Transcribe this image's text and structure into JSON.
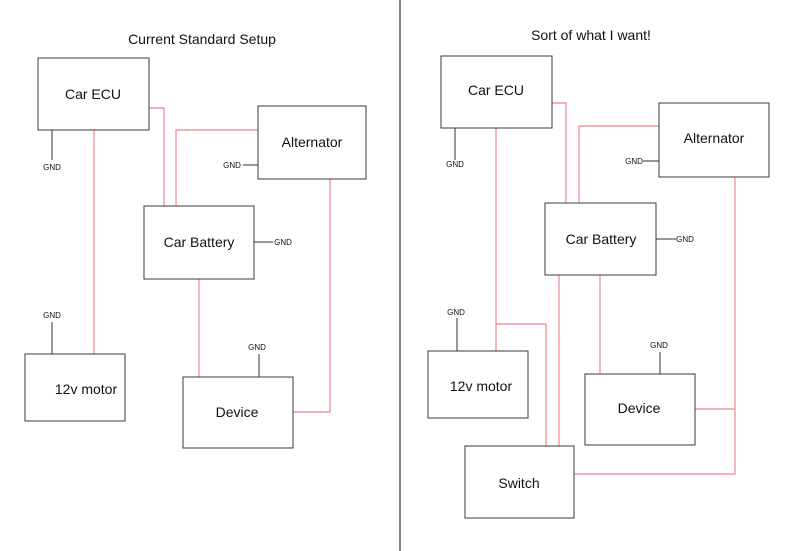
{
  "left": {
    "title": "Current Standard Setup",
    "car_ecu": "Car ECU",
    "alternator": "Alternator",
    "car_battery": "Car Battery",
    "motor": "12v motor",
    "device": "Device",
    "gnd": "GND"
  },
  "right": {
    "title": "Sort of what I want!",
    "car_ecu": "Car ECU",
    "alternator": "Alternator",
    "car_battery": "Car Battery",
    "motor": "12v motor",
    "device": "Device",
    "switch": "Switch",
    "gnd": "GND"
  },
  "colors": {
    "wire": "#e8888c",
    "box_stroke": "#3a3a3a",
    "ground_wire": "#333333"
  }
}
